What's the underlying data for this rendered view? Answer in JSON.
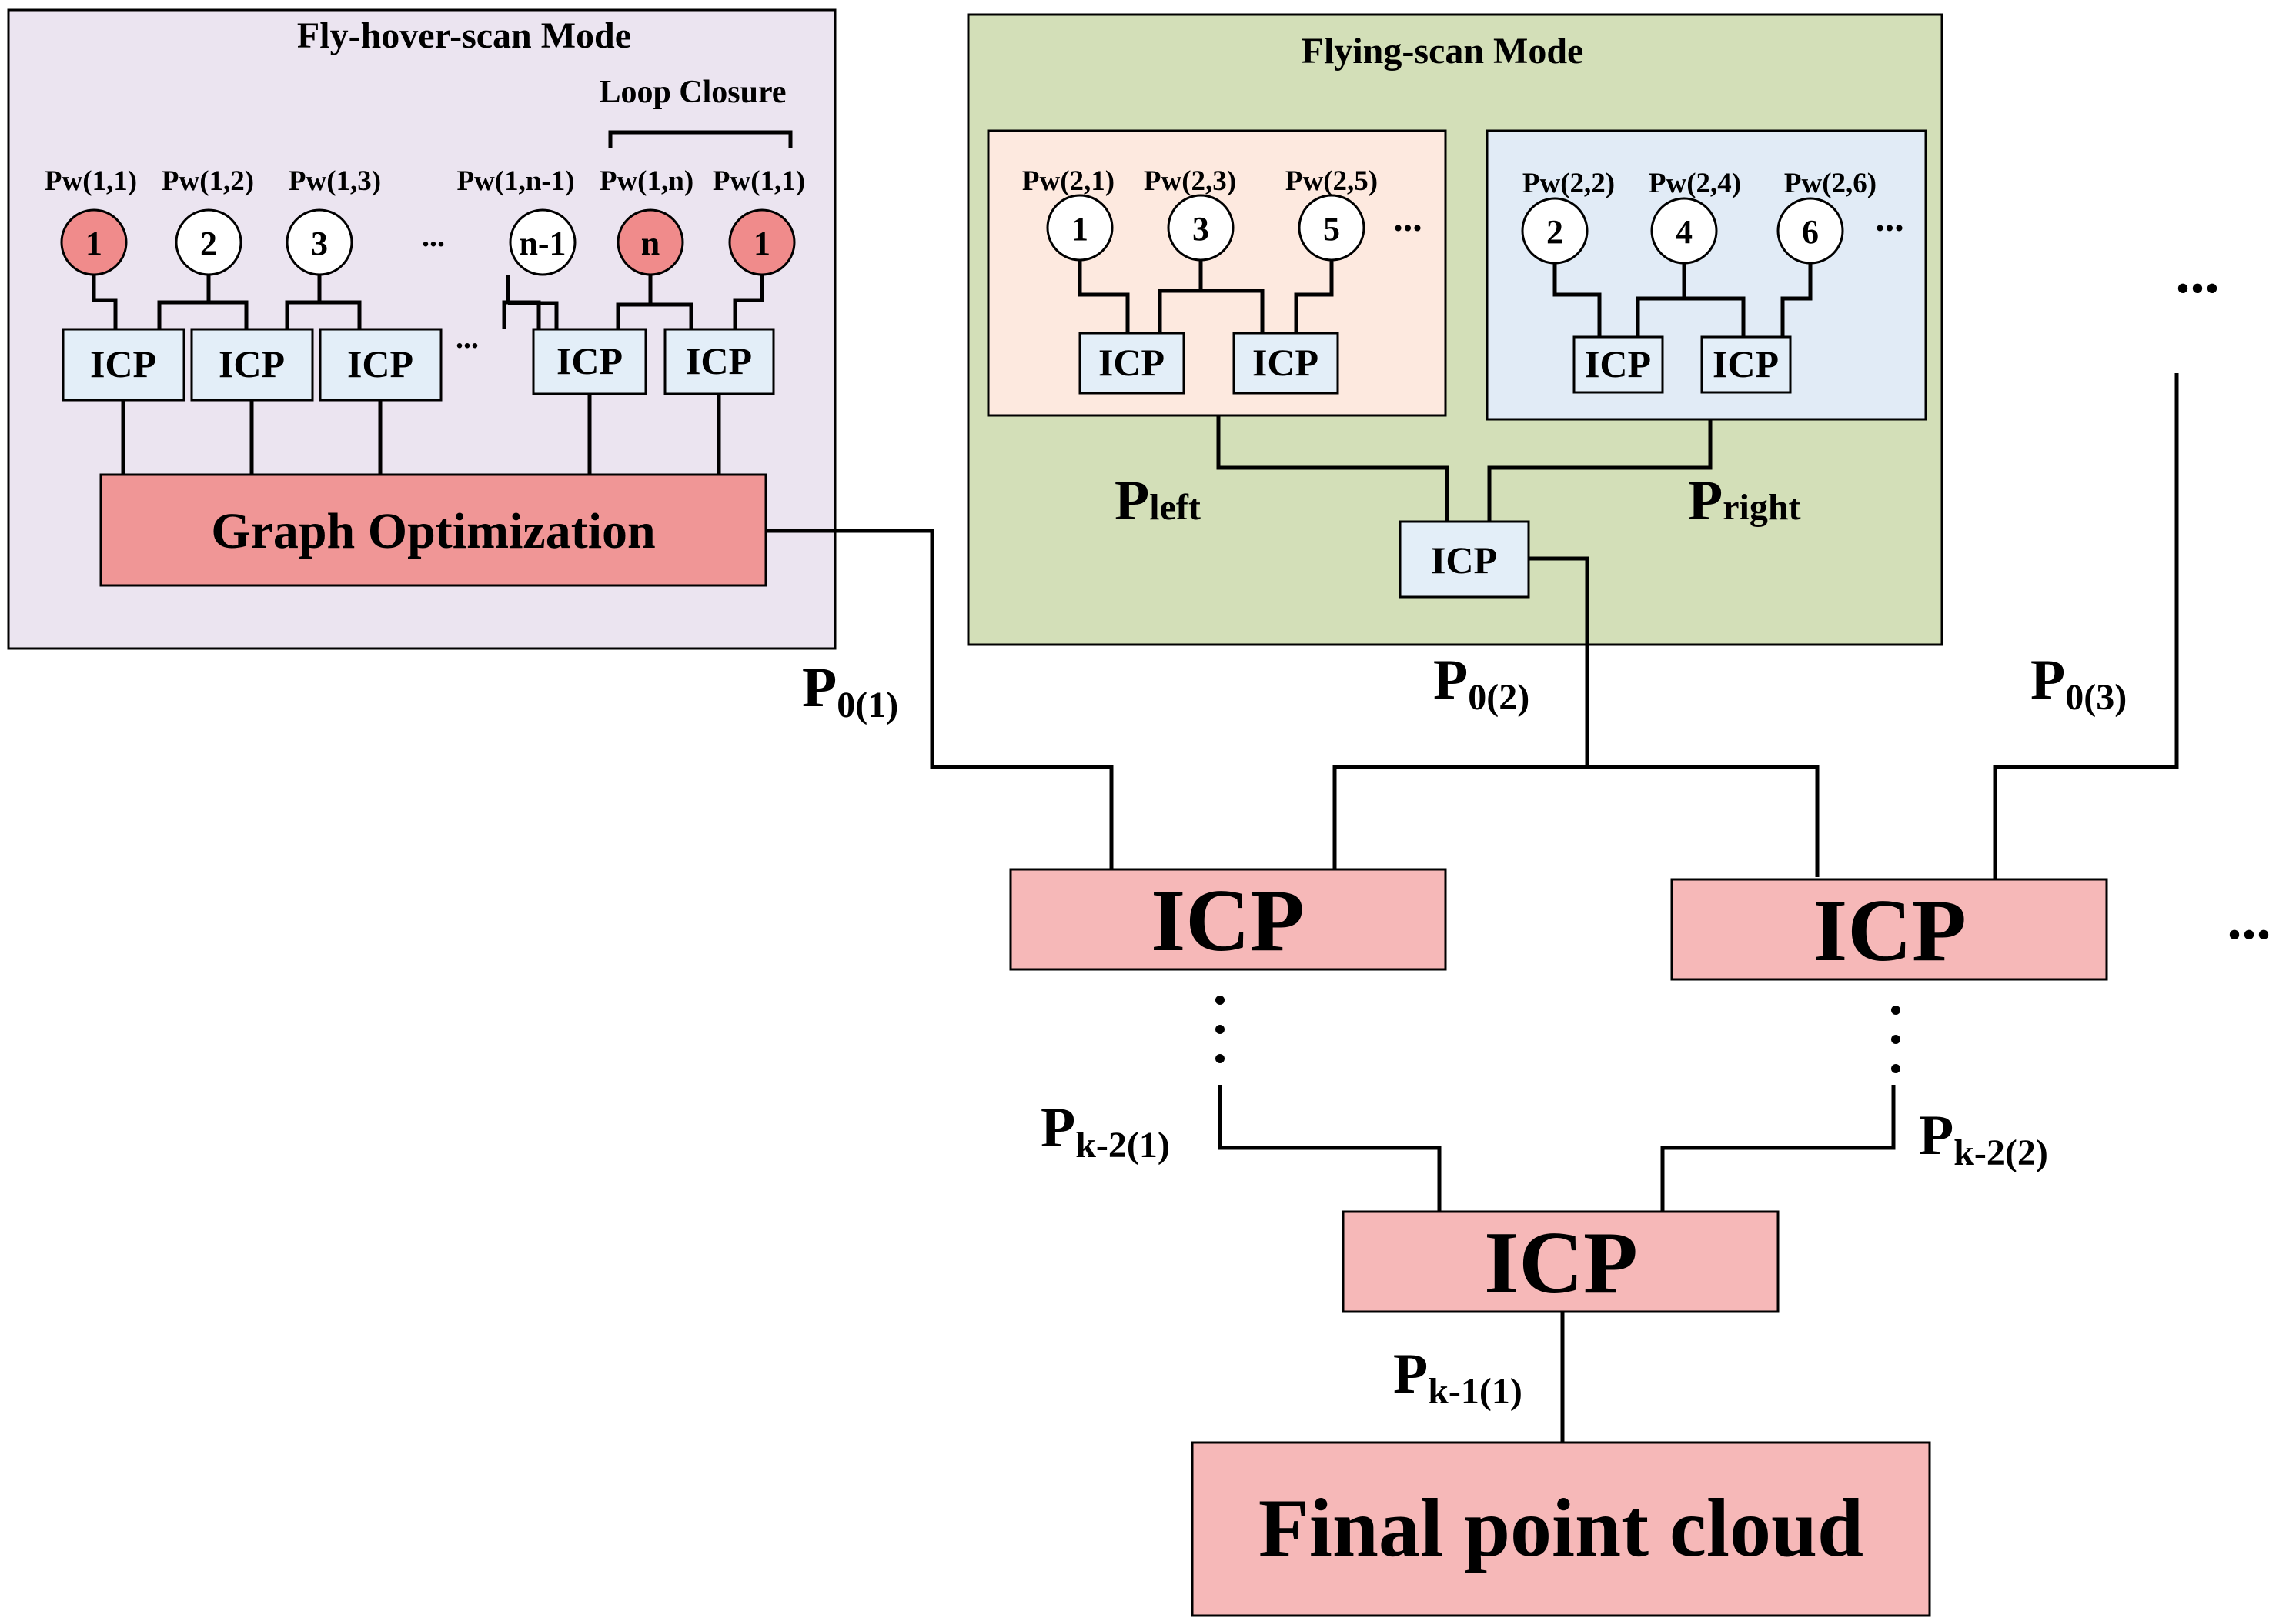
{
  "fhs": {
    "title": "Fly-hover-scan Mode",
    "loop_closure": "Loop Closure",
    "pw_labels": [
      "Pw(1,1)",
      "Pw(1,2)",
      "Pw(1,3)",
      "Pw(1,n-1)",
      "Pw(1,n)",
      "Pw(1,1)"
    ],
    "nodes": [
      "1",
      "2",
      "3",
      "n-1",
      "n",
      "1"
    ],
    "ellipsis": "...",
    "icp": "ICP",
    "graph_optimization": "Graph Optimization"
  },
  "fs": {
    "title": "Flying-scan Mode",
    "left_pw": [
      "Pw(2,1)",
      "Pw(2,3)",
      "Pw(2,5)"
    ],
    "left_nodes": [
      "1",
      "3",
      "5"
    ],
    "right_pw": [
      "Pw(2,2)",
      "Pw(2,4)",
      "Pw(2,6)"
    ],
    "right_nodes": [
      "2",
      "4",
      "6"
    ],
    "ellipsis": "...",
    "icp": "ICP",
    "p_left": {
      "main": "P",
      "sub": "left"
    },
    "p_right": {
      "main": "P",
      "sub": "right"
    }
  },
  "merge": {
    "icp": "ICP",
    "final": "Final point cloud",
    "ellipsis": "...",
    "p0_1": {
      "main": "P",
      "sub": "0(1)"
    },
    "p0_2": {
      "main": "P",
      "sub": "0(2)"
    },
    "p0_3": {
      "main": "P",
      "sub": "0(3)"
    },
    "pk2_1": {
      "main": "P",
      "sub": "k-2(1)"
    },
    "pk2_2": {
      "main": "P",
      "sub": "k-2(2)"
    },
    "pk1_1": {
      "main": "P",
      "sub": "k-1(1)"
    }
  },
  "colors": {
    "fhs_bg": "#ebe4f0",
    "fs_bg": "#d3dfb8",
    "left_bg": "#fde9df",
    "right_bg": "#e1ebf6",
    "icp_small": "#e3eef8",
    "node_highlight": "#f08b8b",
    "graph_opt": "#f09696",
    "icp_large": "#f6b8b8"
  }
}
